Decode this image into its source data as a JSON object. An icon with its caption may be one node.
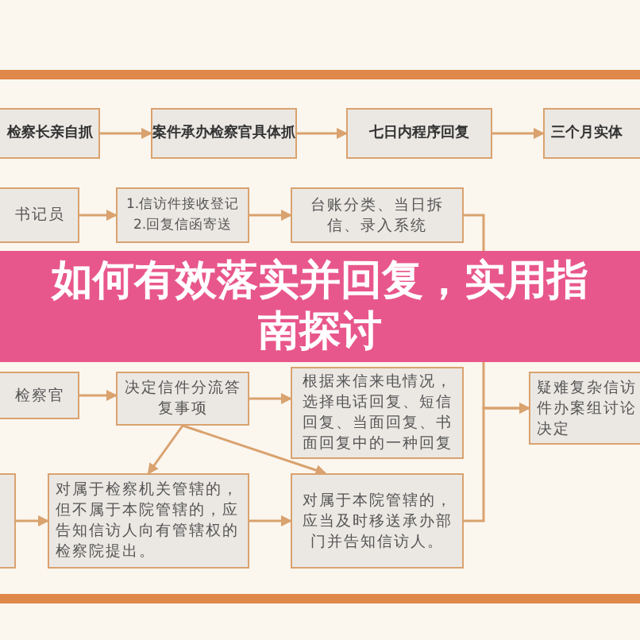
{
  "diagram": {
    "title": "如何有效落实并回复，实用指南探讨",
    "nodes": [
      {
        "text": [
          "检察长亲自抓"
        ]
      },
      {
        "text": [
          "案件承办检察官具体抓"
        ]
      },
      {
        "text": [
          "七日内程序回复"
        ]
      },
      {
        "text": [
          "三个月实体"
        ]
      },
      {
        "text": [
          "书记员"
        ]
      },
      {
        "text": [
          "1.信访件接收登记",
          "2.回复信函寄送"
        ]
      },
      {
        "text": [
          "台账分类、当日拆信、录入系统"
        ]
      },
      {
        "text": [
          "检察官"
        ]
      },
      {
        "text": [
          "决定信件分流答复事项"
        ]
      },
      {
        "text": [
          "根据来信来电情况，选择电话回复、短信回复、当面回复、书面回复中的一种回复"
        ]
      },
      {
        "text": [
          "疑难复杂信访件办案组讨论决定"
        ]
      },
      {
        "text": [],
        "shape": "box"
      },
      {
        "text": [
          "对属于检察机关管辖的，但不属于本院管辖的，应告知信访人向有管辖权的检察院提出。"
        ]
      },
      {
        "text": [
          "对属于本院管辖的，应当及时移送承办部门并告知信访人。"
        ]
      }
    ],
    "edges": [
      {
        "from": 0,
        "to": 1,
        "arrow": "to"
      },
      {
        "from": 1,
        "to": 2,
        "arrow": "to"
      },
      {
        "from": 2,
        "to": 3,
        "arrow": "to"
      },
      {
        "from": 4,
        "to": 5,
        "arrow": "to"
      },
      {
        "from": 5,
        "to": 6,
        "arrow": "to"
      },
      {
        "from": 7,
        "to": 8,
        "arrow": "to"
      },
      {
        "from": 8,
        "to": 9,
        "arrow": "to"
      },
      {
        "from": 6,
        "to": 10,
        "arrow": "to"
      },
      {
        "from": 13,
        "to": 10,
        "arrow": "to"
      },
      {
        "from": 8,
        "to": 12,
        "arrow": "to"
      },
      {
        "from": 8,
        "to": 13,
        "arrow": "to"
      },
      {
        "from": 11,
        "to": 12,
        "arrow": "to"
      },
      {
        "from": 12,
        "to": 13,
        "arrow": "to"
      }
    ]
  }
}
